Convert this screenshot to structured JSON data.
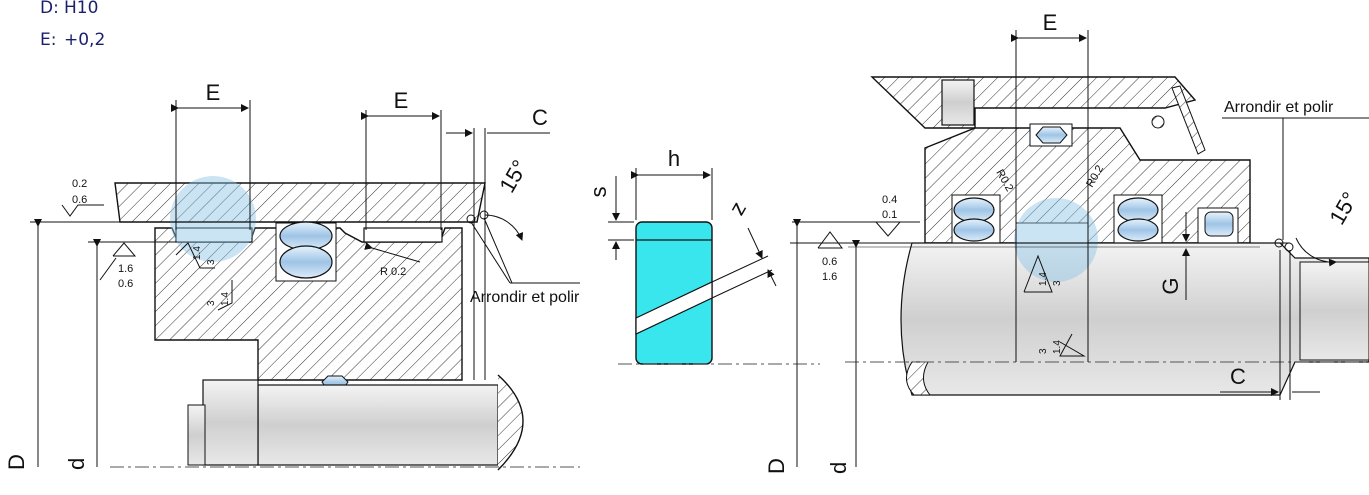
{
  "tolerances": [
    {
      "key": "D:",
      "value": "H10"
    },
    {
      "key": "E:",
      "value": "+0,2"
    }
  ],
  "labels": {
    "E": "E",
    "C": "C",
    "D": "D",
    "d": "d",
    "h": "h",
    "s": "s",
    "z": "z",
    "G": "G",
    "angle": "15°",
    "round_polish": "Arrondir et polir",
    "radius": "R 0.2",
    "radius_alt": "R0.2"
  },
  "surface_finish": {
    "housing_top": [
      "0.2",
      "0.6"
    ],
    "rod_left": [
      "1.6",
      "0.6"
    ],
    "groove_a": [
      "1.4",
      "3"
    ],
    "groove_b": [
      "3",
      "1.4"
    ],
    "housing_right": [
      "0.4",
      "0.1"
    ],
    "rod_right": [
      "0.6",
      "1.6"
    ],
    "groove_c": [
      "1.4",
      "3"
    ],
    "groove_d": [
      "3",
      "1.4"
    ]
  },
  "colors": {
    "line": "#111111",
    "hatch": "#222222",
    "ring": "#39e6ee",
    "oring": "#bcd6ee",
    "highlight": "#8cc3e6",
    "rod": "#d9d9d9",
    "tolerance_text": "#1a1f6b"
  }
}
